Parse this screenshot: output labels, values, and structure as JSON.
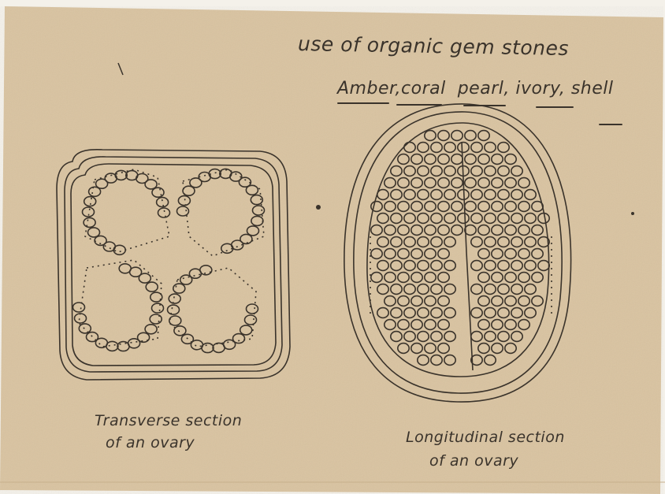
{
  "notes": {
    "title": "use of organic gem stones",
    "gems": [
      "Amber",
      "coral",
      "pearl",
      "ivory",
      "shell"
    ],
    "transverse_label_line1": "Transverse section",
    "transverse_label_line2": "of an ovary",
    "longitudinal_label_line1": "Longitudinal section",
    "longitudinal_label_line2": "of an ovary"
  },
  "colors": {
    "paper": "#d9c3a0",
    "ink": "#3a332b",
    "background": "#f4f1ea"
  }
}
